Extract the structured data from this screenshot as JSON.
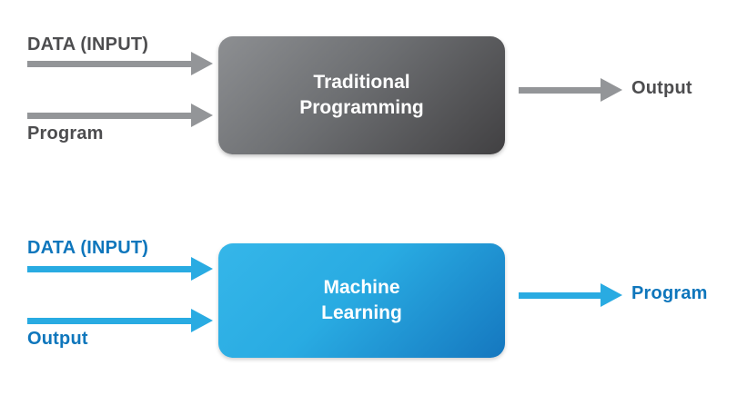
{
  "traditional": {
    "input1": "DATA (INPUT)",
    "input2": "Program",
    "box_line1": "Traditional",
    "box_line2": "Programming",
    "output": "Output"
  },
  "ml": {
    "input1": "DATA (INPUT)",
    "input2": "Output",
    "box_line1": "Machine",
    "box_line2": "Learning",
    "output": "Program"
  },
  "colors": {
    "gray_text": "#4d4d4f",
    "gray_arrow": "#939598",
    "gray_box_dark": "#414042",
    "gray_box_light": "#8d8f92",
    "blue_text": "#0e76bc",
    "blue_arrow": "#29abe2",
    "blue_box_dark": "#1577bf",
    "blue_box_light": "#35b6e9"
  }
}
